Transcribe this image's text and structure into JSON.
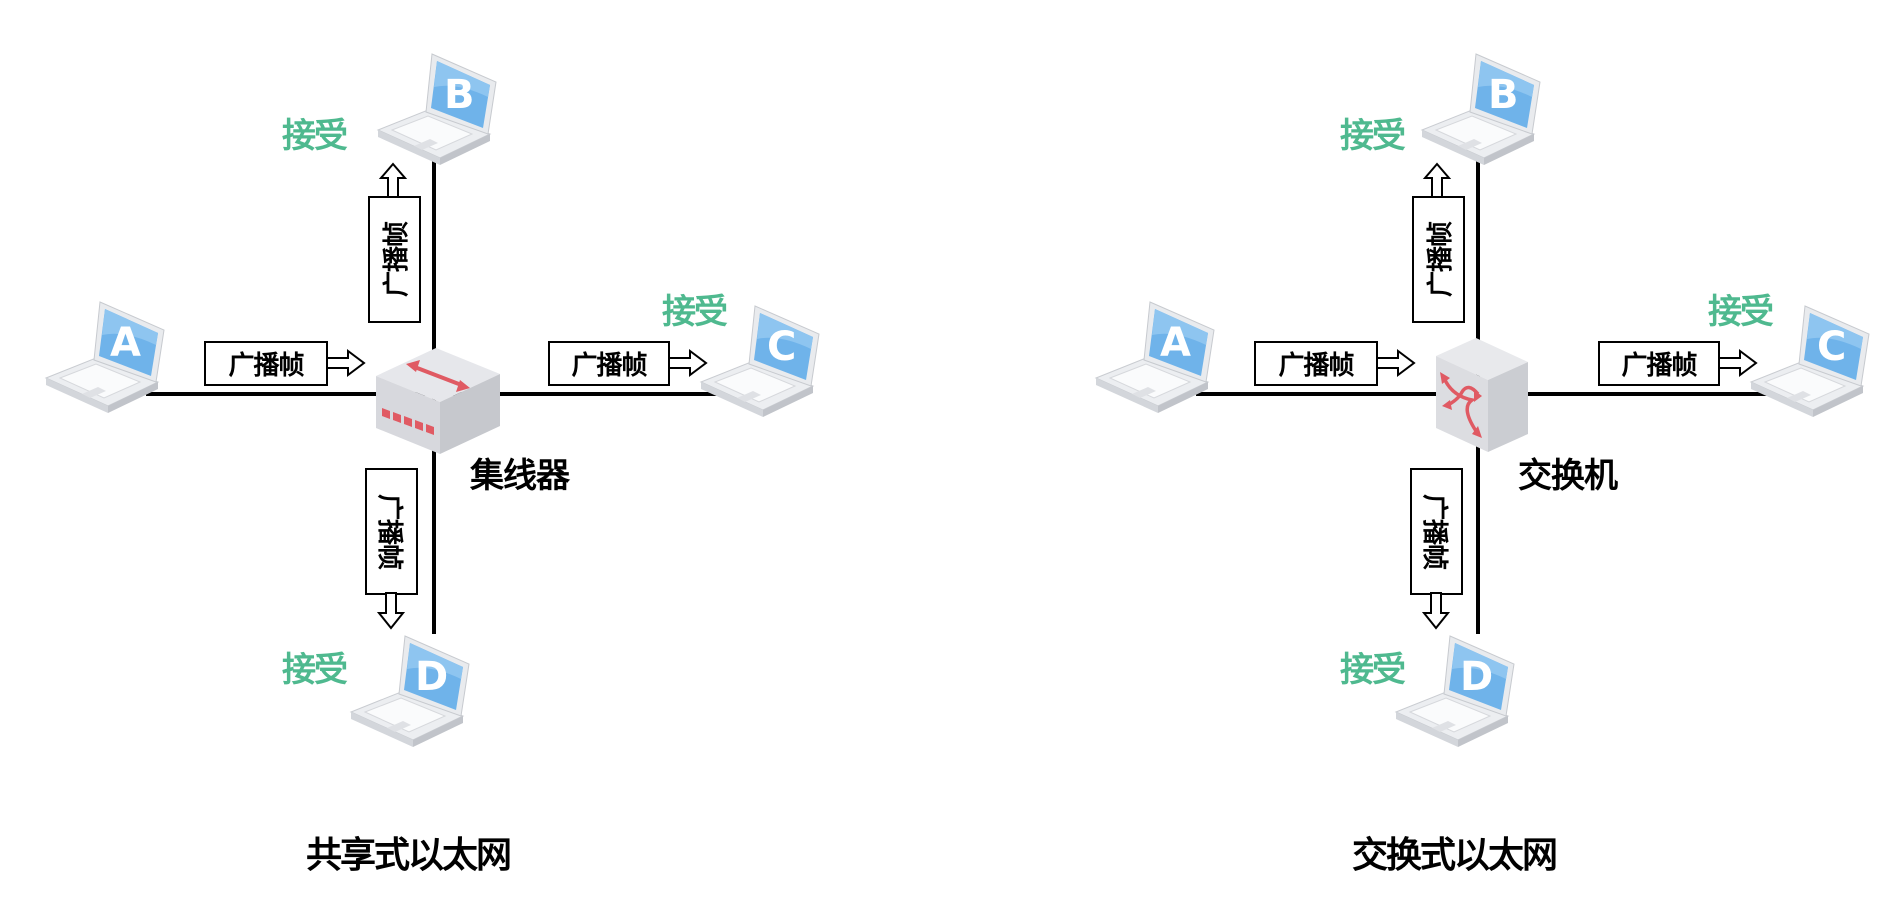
{
  "panels": [
    {
      "title": "共享式以太网",
      "device_label": "集线器",
      "device_type": "hub",
      "hosts": {
        "a": "A",
        "b": "B",
        "c": "C",
        "d": "D"
      },
      "accept_label": "接受",
      "frame_label": "广播帧"
    },
    {
      "title": "交换式以太网",
      "device_label": "交换机",
      "device_type": "switch",
      "hosts": {
        "a": "A",
        "b": "B",
        "c": "C",
        "d": "D"
      },
      "accept_label": "接受",
      "frame_label": "广播帧"
    }
  ],
  "colors": {
    "accept": "#4fb98f",
    "screen": "#6fb3ea",
    "device_accent": "#e05a63",
    "device_body": "#dcdde1"
  }
}
